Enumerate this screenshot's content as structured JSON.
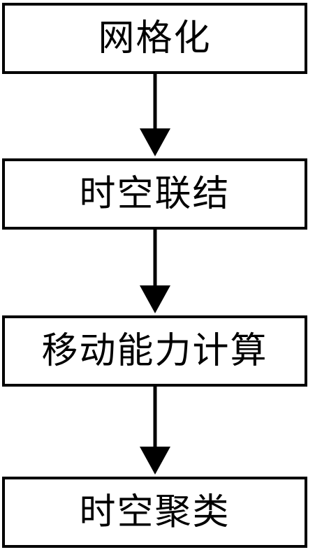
{
  "flowchart": {
    "steps": [
      {
        "label": "网格化"
      },
      {
        "label": "时空联结"
      },
      {
        "label": "移动能力计算"
      },
      {
        "label": "时空聚类"
      }
    ],
    "line_color": "#000000",
    "fill_color": "#ffffff"
  }
}
